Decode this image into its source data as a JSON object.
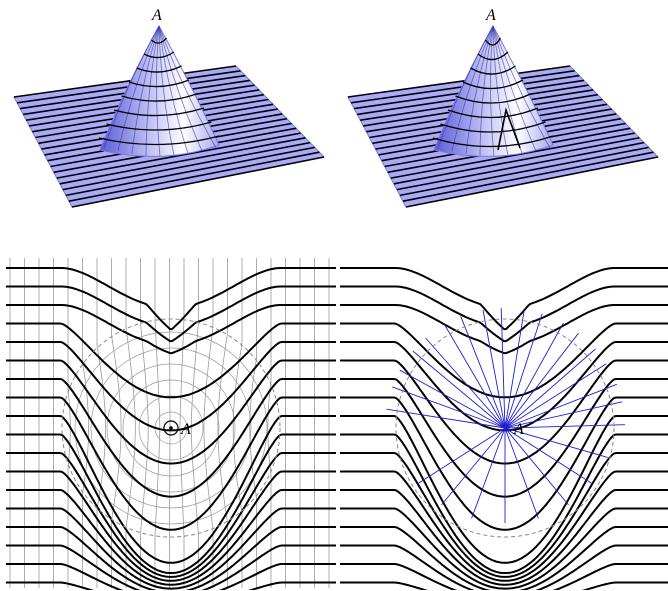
{
  "figure": {
    "panels": [
      {
        "id": "surface-left",
        "point_label": "A"
      },
      {
        "id": "surface-right",
        "point_label": "A"
      },
      {
        "id": "plan-left",
        "point_label": "A"
      },
      {
        "id": "plan-right",
        "point_label": "A"
      }
    ],
    "colors": {
      "background": "#ffffff",
      "contour": "#000000",
      "surface_fill": "#aaaaf6",
      "surface_edge": "#7777dd",
      "blue_rays": "#1f1fd0",
      "grid": "#9a9a9a",
      "dashed_circle": "#888888"
    }
  }
}
